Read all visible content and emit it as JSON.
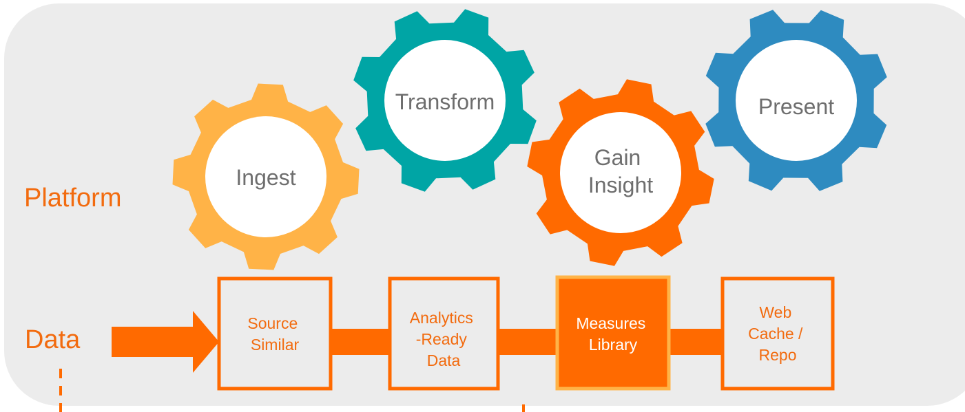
{
  "colors": {
    "panel": "#ececec",
    "orange": "#ff6a00",
    "ingest_gear": "#ffb347",
    "transform_gear": "#00a5a5",
    "insight_gear": "#ff6a00",
    "present_gear": "#2e8bc0",
    "highlight_border": "#ffb347"
  },
  "labels": {
    "platform": "Platform",
    "data": "Data"
  },
  "gears": [
    {
      "id": "ingest",
      "lines": [
        "Ingest"
      ]
    },
    {
      "id": "transform",
      "lines": [
        "Transform"
      ]
    },
    {
      "id": "insight",
      "lines": [
        "Gain",
        "Insight"
      ]
    },
    {
      "id": "present",
      "lines": [
        "Present"
      ]
    }
  ],
  "boxes": [
    {
      "id": "source",
      "lines": [
        "Source",
        "Similar"
      ],
      "highlighted": false
    },
    {
      "id": "analytics",
      "lines": [
        "Analytics",
        "-Ready",
        "Data"
      ],
      "highlighted": false
    },
    {
      "id": "measures",
      "lines": [
        "Measures",
        "Library"
      ],
      "highlighted": true
    },
    {
      "id": "webcache",
      "lines": [
        "Web",
        "Cache /",
        "Repo"
      ],
      "highlighted": false
    }
  ]
}
